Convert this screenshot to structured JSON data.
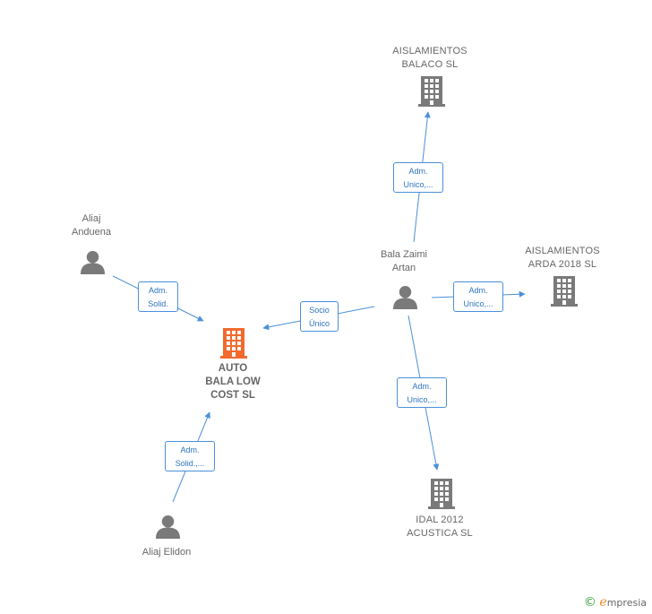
{
  "nodes": {
    "focus": {
      "label": "AUTO\nBALA LOW\nCOST  SL",
      "type": "company",
      "highlight": true
    },
    "aislamientos_balaco": {
      "label": "AISLAMIENTOS\nBALACO  SL",
      "type": "company"
    },
    "aislamientos_arda": {
      "label": "AISLAMIENTOS\nARDA 2018  SL",
      "type": "company"
    },
    "idal": {
      "label": "IDAL 2012\nACUSTICA  SL",
      "type": "company"
    },
    "bala_zaimi": {
      "label": "Bala Zaimi\nArtan",
      "type": "person"
    },
    "aliaj_anduena": {
      "label": "Aliaj\nAnduena",
      "type": "person"
    },
    "aliaj_elidon": {
      "label": "Aliaj Elidon",
      "type": "person"
    }
  },
  "edges": {
    "anduena_focus": "Adm.\nSolid.",
    "elidon_focus": "Adm.\nSolid.,...",
    "bala_focus": "Socio\nÚnico",
    "bala_balaco": "Adm.\nUnico,...",
    "bala_arda": "Adm.\nUnico,...",
    "bala_idal": "Adm.\nUnico,..."
  },
  "colors": {
    "edge": "#4a90d9",
    "edge_text": "#2f73c0",
    "company_icon": "#7a7a7a",
    "focus_icon": "#f26a2e",
    "person_icon": "#7a7a7a"
  },
  "icons": {
    "company": "building-icon",
    "person": "person-icon"
  },
  "brand": {
    "copyright": "©",
    "name_initial": "e",
    "name_rest": "mpresia"
  }
}
